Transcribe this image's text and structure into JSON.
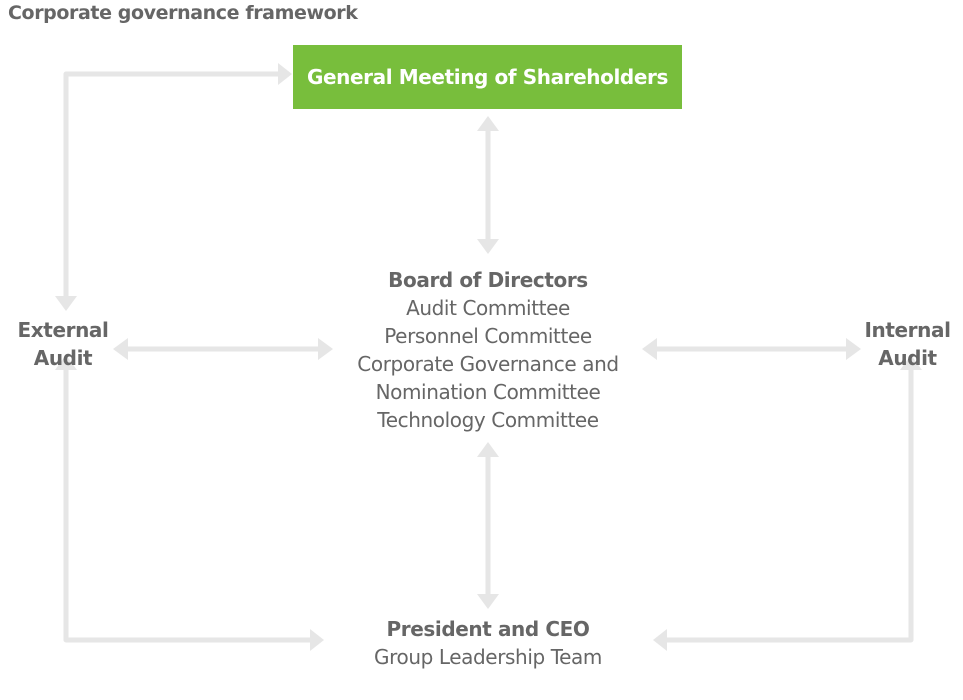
{
  "title": "Corporate governance framework",
  "general_meeting": "General Meeting of Shareholders",
  "board": {
    "head": "Board of Directors",
    "committees": [
      "Audit Committee",
      "Personnel Committee",
      "Corporate Governance and",
      "Nomination Committee",
      "Technology Committee"
    ]
  },
  "ceo": {
    "head": "President and CEO",
    "sub": "Group Leadership Team"
  },
  "external_audit": [
    "External",
    "Audit"
  ],
  "internal_audit": [
    "Internal",
    "Audit"
  ],
  "colors": {
    "green": "#78be3c",
    "arrow": "#e6e6e6",
    "text": "#666666"
  }
}
